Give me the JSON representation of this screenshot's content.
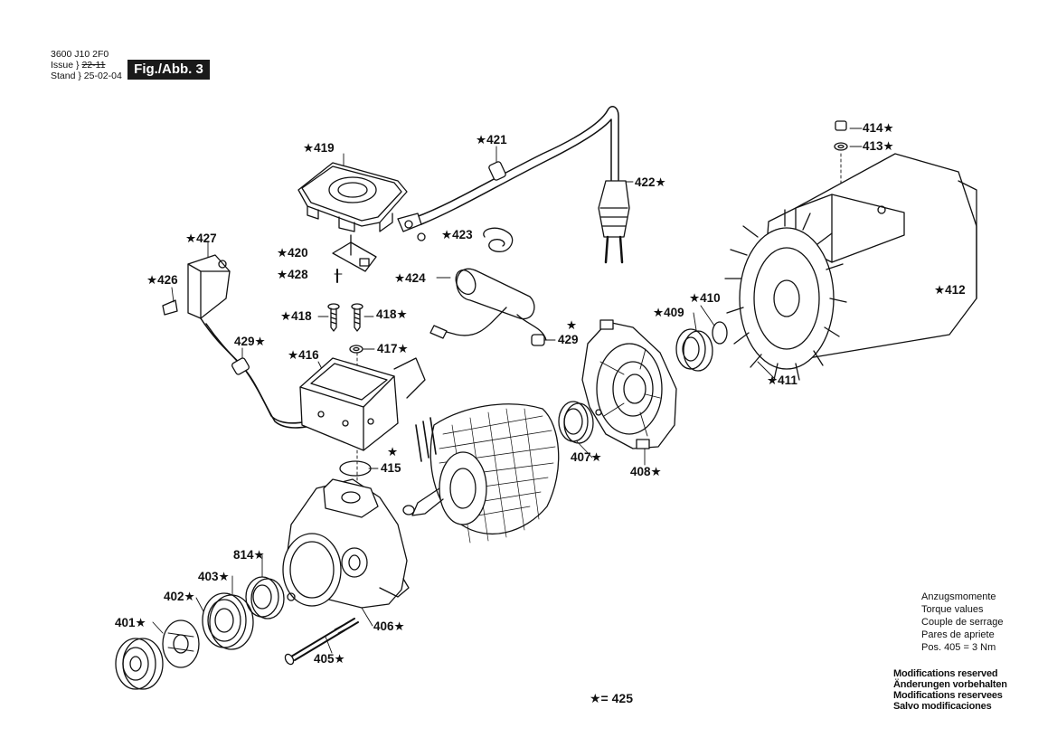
{
  "header": {
    "doc_number": "3600 J10 2F0",
    "issue_label": "Issue",
    "issue_value": "22-11",
    "stand_label": "Stand",
    "stand_value": "25-02-04",
    "figure": "Fig./Abb. 3"
  },
  "labels": {
    "p419": "★419",
    "p421": "★421",
    "p422": "422★",
    "p423": "★423",
    "p420": "★420",
    "p428": "★428",
    "p424": "★424",
    "p427": "★427",
    "p426": "★426",
    "p418a": "★418",
    "p418b": "418★",
    "p417": "417★",
    "p416": "★416",
    "p429a": "429★",
    "p429b": "429",
    "p429b_star": "★",
    "p415": "415",
    "p415_star": "★",
    "p414": "414★",
    "p413": "413★",
    "p412": "★412",
    "p411": "★411",
    "p410": "★410",
    "p409": "★409",
    "p407": "407★",
    "p408": "408★",
    "p814": "814★",
    "p403": "403★",
    "p402": "402★",
    "p401": "401★",
    "p406": "406★",
    "p405": "405★"
  },
  "torque_note": [
    "Anzugsmomente",
    "Torque values",
    "Couple de serrage",
    "Pares de apriete",
    "Pos. 405 = 3 Nm"
  ],
  "modifications": [
    "Modifications reserved",
    "Änderungen vorbehalten",
    "Modifications reservees",
    "Salvo modificaciones"
  ],
  "footnote": "★= 425"
}
